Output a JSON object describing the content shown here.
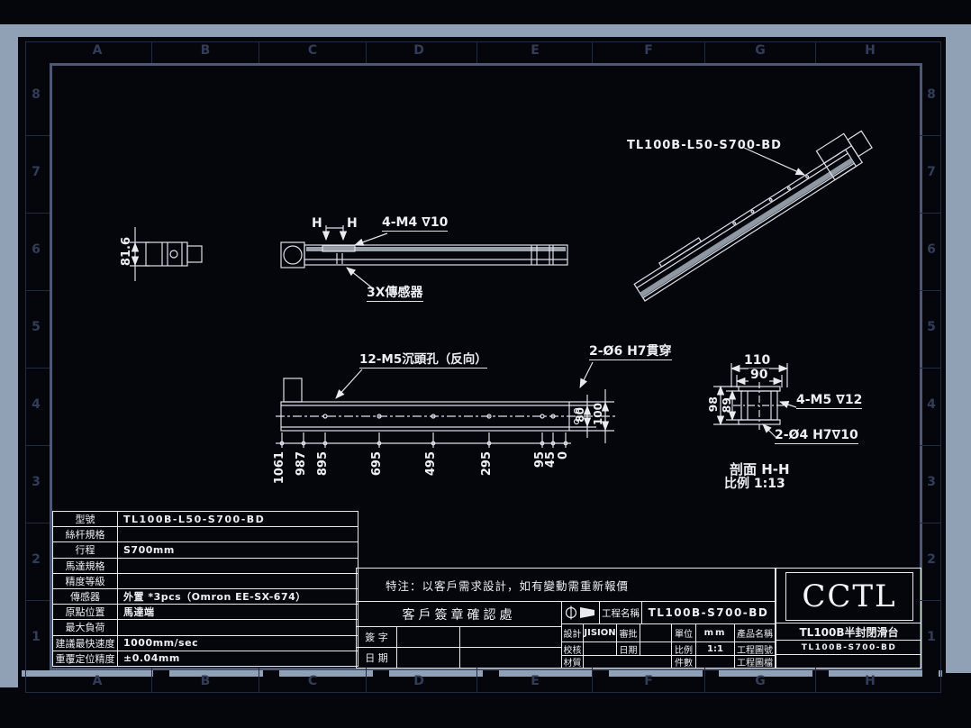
{
  "sheet": {
    "zone_columns": [
      "A",
      "B",
      "C",
      "D",
      "E",
      "F",
      "G",
      "H"
    ],
    "zone_rows": [
      "8",
      "7",
      "6",
      "5",
      "4",
      "3",
      "2",
      "1"
    ]
  },
  "views": {
    "iso": {
      "label": "TL100B-L50-S700-BD"
    },
    "side": {
      "section_mark_left": "H",
      "section_mark_right": "H",
      "thread_callout": "4-M4 ∇10",
      "sensor_callout": "3X傳感器",
      "height_dim": "81.6"
    },
    "bottom": {
      "counterbore_callout": "12-M5沉頭孔（反向）",
      "through_hole_callout": "2-Ø6 H7貫穿",
      "dim_chain": [
        "1061",
        "987",
        "895",
        "695",
        "495",
        "295",
        "95",
        "45",
        "0"
      ],
      "width_dims": [
        "80",
        "100"
      ]
    },
    "section": {
      "dims_top": [
        "110",
        "90"
      ],
      "dims_left": [
        "98",
        "89"
      ],
      "thread_callout": "4-M5 ∇12",
      "dowel_callout": "2-Ø4 H7∇10",
      "caption_line1": "剖面 H-H",
      "caption_line2": "比例 1:13"
    }
  },
  "spec_table": {
    "rows": [
      {
        "label": "型號",
        "value": "TL100B-L50-S700-BD"
      },
      {
        "label": "絲杆規格",
        "value": ""
      },
      {
        "label": "行程",
        "value": "S700mm"
      },
      {
        "label": "馬達規格",
        "value": ""
      },
      {
        "label": "精度等級",
        "value": ""
      },
      {
        "label": "傳感器",
        "value": "外置 *3pcs（Omron EE-SX-674）"
      },
      {
        "label": "原點位置",
        "value": "馬達端"
      },
      {
        "label": "最大負荷",
        "value": ""
      },
      {
        "label": "建議最快速度",
        "value": "1000mm/sec"
      },
      {
        "label": "重覆定位精度",
        "value": "±0.04mm"
      }
    ]
  },
  "note": {
    "text": "特注：以客戶需求設計，如有變動需重新報價"
  },
  "signature": {
    "title": "客戶簽章確認處",
    "sign_label": "簽 字",
    "date_label": "日 期"
  },
  "title_block": {
    "project_label": "工程名稱",
    "project_value": "TL100B-S700-BD",
    "design_label": "設計",
    "design_value": "JISION",
    "approve_label": "審批",
    "unit_label": "單位",
    "unit_value": "mm",
    "product_label": "產品名稱",
    "check_label": "校核",
    "date_label": "日期",
    "scale_label": "比例",
    "scale_value": "1:1",
    "drawno_label": "工程圖號",
    "material_label": "材質",
    "qty_label": "件數",
    "file_label": "工程圖檔",
    "logo": "CCTL",
    "product_value": "TL100B半封閉滑台",
    "drawing_number": "TL100B-S700-BD"
  },
  "colors": {
    "paper": "#04060C",
    "viewer_background": "#90A0B5",
    "line": "#DCE0E8",
    "zone_text": "#333C58",
    "inner_frame": "#4E5874"
  }
}
